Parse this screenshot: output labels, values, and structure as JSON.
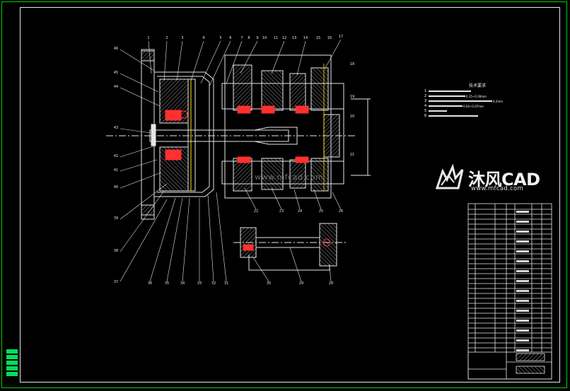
{
  "drawing": {
    "tech_requirements_title": "技术要求",
    "tech_requirements": [
      {
        "num": "1",
        "text": ""
      },
      {
        "num": "2",
        "text": "0.15~0.30mm"
      },
      {
        "num": "3",
        "text": "0.2mm"
      },
      {
        "num": "4",
        "text": "0.04~0.07mm"
      },
      {
        "num": "5",
        "text": ""
      },
      {
        "num": "6",
        "text": ""
      }
    ],
    "balloons_top": [
      "1",
      "2",
      "3",
      "4",
      "5",
      "6",
      "7",
      "8",
      "9",
      "10",
      "11",
      "12",
      "13",
      "14",
      "15",
      "16",
      "17"
    ],
    "balloons_left": [
      "46",
      "45",
      "44",
      "43",
      "42",
      "41",
      "40",
      "39",
      "38",
      "37"
    ],
    "balloons_right": [
      "18",
      "19",
      "20",
      "21"
    ],
    "balloons_bottom_main": [
      "22",
      "23",
      "24",
      "25",
      "26"
    ],
    "balloons_bottom_left": [
      "36",
      "35",
      "34",
      "33",
      "32",
      "31"
    ],
    "balloons_bottom_sub": [
      "30",
      "29",
      "28"
    ],
    "colors": {
      "frame": "#00d400",
      "line": "#e6e6e6",
      "section": "#ff3030",
      "hatch": "#cfcfcf",
      "accent": "#ffe600"
    }
  },
  "watermark": {
    "brand": "沐风CAD",
    "url": "www.mfcad.com",
    "inline": "www.mfcad.com"
  }
}
